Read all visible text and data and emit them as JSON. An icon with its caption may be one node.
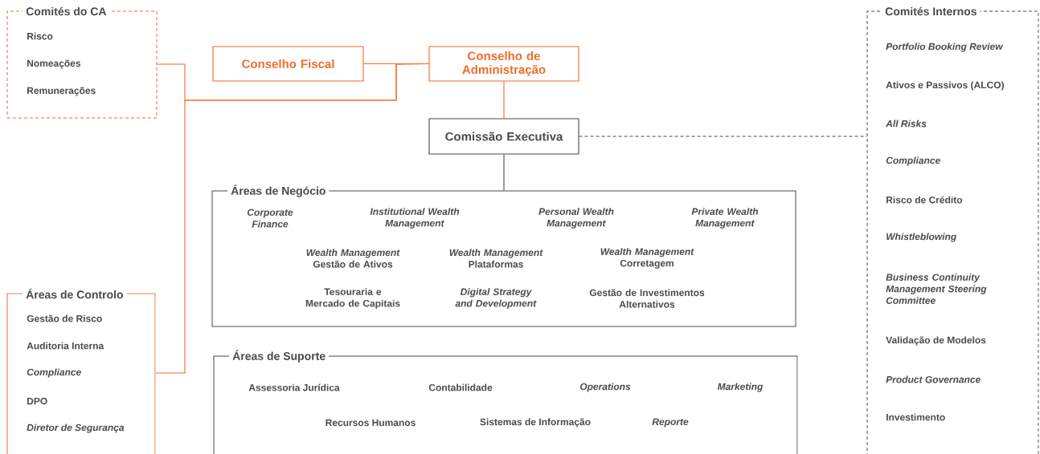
{
  "diagram": {
    "nodes": [
      {
        "text": [
          "Comités do CA",
          "Risco",
          "Nomeações",
          "Remunerações"
        ]
      },
      {
        "text": [
          "Conselho Fiscal"
        ]
      },
      {
        "text": [
          "Conselho de Administração"
        ]
      },
      {
        "text": [
          "Comissão Executiva"
        ]
      },
      {
        "text": [
          "Comités Internos",
          "*Portfolio Booking Review*",
          "Ativos e Passivos (ALCO)",
          "*All Risks*",
          "*Compliance*",
          "Risco de Crédito",
          "*Whistleblowing*",
          "*Business Continuity Management Steering Committee*",
          "Validação de Modelos",
          "*Product Governance*",
          "Investimento"
        ]
      },
      {
        "text": [
          "Áreas de Negócio",
          "*Corporate Finance*",
          "*Institutional Wealth Management*",
          "*Personal Wealth Management*",
          "*Private Wealth Management*",
          "*Wealth Management* Gestão de Ativos",
          "*Wealth Management* Plataformas",
          "*Wealth Management* Corretagem",
          "Tesouraria e Mercado de Capitais",
          "*Digital Strategy and Development*",
          "Gestão de Investimentos Alternativos"
        ]
      },
      {
        "text": [
          "Áreas de Suporte",
          "Assessoria Jurídica",
          "Contabilidade",
          "*Operations*",
          "*Marketing*",
          "Recursos Humanos",
          "Sistemas de Informação",
          "*Reporte*"
        ]
      },
      {
        "text": [
          "Áreas de Controlo",
          "Gestão de Risco",
          "Auditoria Interna",
          "*Compliance*",
          "DPO",
          "*Diretor de Segurança*"
        ]
      }
    ],
    "edges": [
      {
        "from": 2,
        "to": 1,
        "arrow": "none"
      },
      {
        "from": 0,
        "to": 2,
        "arrow": "none"
      },
      {
        "from": 7,
        "to": 2,
        "arrow": "none"
      },
      {
        "from": 2,
        "to": 3,
        "arrow": "none"
      },
      {
        "from": 3,
        "to": 5,
        "arrow": "none",
        "color": "#4a4a4a"
      },
      {
        "from": 3,
        "to": 4,
        "arrow": "none",
        "style": "dashed",
        "color": "#4a4a4a"
      }
    ]
  }
}
